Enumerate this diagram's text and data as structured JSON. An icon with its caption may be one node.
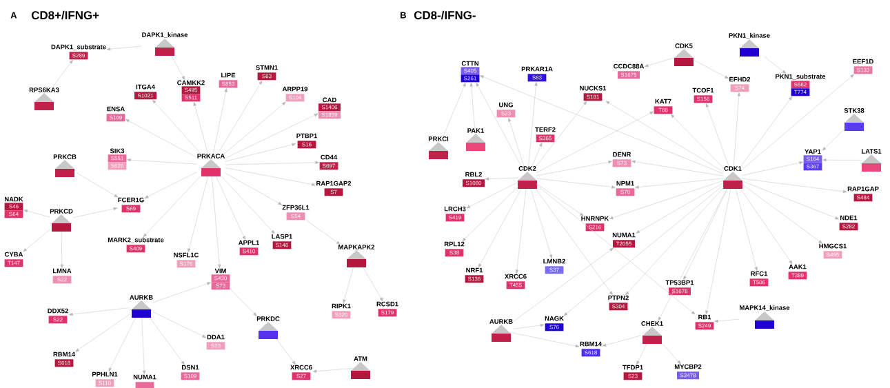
{
  "diagram": {
    "nodes": [
      {
        "text": [
          "DAPK1_kinase"
        ]
      },
      {
        "text": [
          "DAPK1_substrate",
          "S289"
        ]
      },
      {
        "text": [
          "RPS6KA3"
        ]
      },
      {
        "text": [
          "ITGA4",
          "S1021"
        ]
      },
      {
        "text": [
          "CAMKK2",
          "S495",
          "S511"
        ]
      },
      {
        "text": [
          "LIPE",
          "S853"
        ]
      },
      {
        "text": [
          "STMN1",
          "S63"
        ]
      },
      {
        "text": [
          "ARPP19",
          "S104"
        ]
      },
      {
        "text": [
          "CAD",
          "S1406",
          "S1859"
        ]
      },
      {
        "text": [
          "ENSA",
          "S109"
        ]
      },
      {
        "text": [
          "PTBP1",
          "S16"
        ]
      },
      {
        "text": [
          "SIK3",
          "S551",
          "S626"
        ]
      },
      {
        "text": [
          "PRKACA"
        ]
      },
      {
        "text": [
          "CD44",
          "S697"
        ]
      },
      {
        "text": [
          "PRKCB"
        ]
      },
      {
        "text": [
          "RAP1GAP2",
          "S7"
        ]
      },
      {
        "text": [
          "NADK",
          "S46",
          "S64"
        ]
      },
      {
        "text": [
          "FCER1G",
          "S69"
        ]
      },
      {
        "text": [
          "PRKCD"
        ]
      },
      {
        "text": [
          "ZFP36L1",
          "S54"
        ]
      },
      {
        "text": [
          "MARK2_substrate",
          "S409"
        ]
      },
      {
        "text": [
          "LASP1",
          "S146"
        ]
      },
      {
        "text": [
          "APPL1",
          "S410"
        ]
      },
      {
        "text": [
          "NSFL1C",
          "S176"
        ]
      },
      {
        "text": [
          "CYBA",
          "T147"
        ]
      },
      {
        "text": [
          "MAPKAPK2"
        ]
      },
      {
        "text": [
          "LMNA",
          "S22"
        ]
      },
      {
        "text": [
          "VIM",
          "S430",
          "S73"
        ]
      },
      {
        "text": [
          "AURKB"
        ]
      },
      {
        "text": [
          "DDX52",
          "S22"
        ]
      },
      {
        "text": [
          "RIPK1",
          "S320"
        ]
      },
      {
        "text": [
          "RCSD1",
          "S179"
        ]
      },
      {
        "text": [
          "PRKDC"
        ]
      },
      {
        "text": [
          "DDA1",
          "S33"
        ]
      },
      {
        "text": [
          "RBM14",
          "S618"
        ]
      },
      {
        "text": [
          "DSN1",
          "S109"
        ]
      },
      {
        "text": [
          "XRCC6",
          "S27"
        ]
      },
      {
        "text": [
          "ATM"
        ]
      },
      {
        "text": [
          "PPHLN1",
          "S110"
        ]
      },
      {
        "text": [
          "NUMA1"
        ]
      },
      {
        "text": [
          "CTTN",
          "S405",
          "S261"
        ]
      },
      {
        "text": [
          "PRKAR1A",
          "S83"
        ]
      },
      {
        "text": [
          "CDK5"
        ]
      },
      {
        "text": [
          "PKN1_kinase"
        ]
      },
      {
        "text": [
          "CCDC88A",
          "S1675"
        ]
      },
      {
        "text": [
          "EEF1D",
          "S133"
        ]
      },
      {
        "text": [
          "UNG",
          "S23"
        ]
      },
      {
        "text": [
          "NUCKS1",
          "S181"
        ]
      },
      {
        "text": [
          "PKN1_substrate",
          "S562",
          "T774"
        ]
      },
      {
        "text": [
          "EFHD2",
          "S74"
        ]
      },
      {
        "text": [
          "TCOF1",
          "S156"
        ]
      },
      {
        "text": [
          "KAT7",
          "T88"
        ]
      },
      {
        "text": [
          "PAK1"
        ]
      },
      {
        "text": [
          "PRKCI"
        ]
      },
      {
        "text": [
          "TERF2",
          "S365"
        ]
      },
      {
        "text": [
          "STK38"
        ]
      },
      {
        "text": [
          "DENR",
          "S73"
        ]
      },
      {
        "text": [
          "YAP1",
          "S164",
          "S367"
        ]
      },
      {
        "text": [
          "LATS1"
        ]
      },
      {
        "text": [
          "RBL2",
          "S1080"
        ]
      },
      {
        "text": [
          "CDK2"
        ]
      },
      {
        "text": [
          "CDK1"
        ]
      },
      {
        "text": [
          "NPM1",
          "S70"
        ]
      },
      {
        "text": [
          "RAP1GAP",
          "S484"
        ]
      },
      {
        "text": [
          "LRCH3",
          "S419"
        ]
      },
      {
        "text": [
          "HNRNPK",
          "S216"
        ]
      },
      {
        "text": [
          "NDE1",
          "S282"
        ]
      },
      {
        "text": [
          "NUMA1",
          "T2055"
        ]
      },
      {
        "text": [
          "RPL12",
          "S38"
        ]
      },
      {
        "text": [
          "HMGCS1",
          "S495"
        ]
      },
      {
        "text": [
          "LMNB2",
          "S37"
        ]
      },
      {
        "text": [
          "AAK1",
          "T389"
        ]
      },
      {
        "text": [
          "NRF1",
          "S136"
        ]
      },
      {
        "text": [
          "RFC1",
          "T506"
        ]
      },
      {
        "text": [
          "XRCC6",
          "T455"
        ]
      },
      {
        "text": [
          "TP53BP1",
          "S1678"
        ]
      },
      {
        "text": [
          "PTPN2",
          "S304"
        ]
      },
      {
        "text": [
          "RB1",
          "S249"
        ]
      },
      {
        "text": [
          "MAPK14_kinase"
        ]
      },
      {
        "text": [
          "NAGK",
          "S76"
        ]
      },
      {
        "text": [
          "AURKB"
        ]
      },
      {
        "text": [
          "CHEK1"
        ]
      },
      {
        "text": [
          "RBM14",
          "S618"
        ]
      },
      {
        "text": [
          "TFDP1",
          "S23"
        ]
      },
      {
        "text": [
          "MYCBP2",
          "S3478"
        ]
      }
    ],
    "edges": [
      {
        "from": 0,
        "to": 1,
        "arrow": "to"
      },
      {
        "from": 0,
        "to": 4,
        "arrow": "to"
      },
      {
        "from": 2,
        "to": 1,
        "arrow": "to"
      },
      {
        "from": 12,
        "to": 3,
        "arrow": "to"
      },
      {
        "from": 12,
        "to": 4,
        "arrow": "to"
      },
      {
        "from": 12,
        "to": 5,
        "arrow": "to"
      },
      {
        "from": 12,
        "to": 6,
        "arrow": "to"
      },
      {
        "from": 12,
        "to": 7,
        "arrow": "to"
      },
      {
        "from": 12,
        "to": 8,
        "arrow": "to"
      },
      {
        "from": 12,
        "to": 9,
        "arrow": "to"
      },
      {
        "from": 12,
        "to": 10,
        "arrow": "to"
      },
      {
        "from": 12,
        "to": 11,
        "arrow": "to"
      },
      {
        "from": 12,
        "to": 13,
        "arrow": "to"
      },
      {
        "from": 12,
        "to": 15,
        "arrow": "to"
      },
      {
        "from": 12,
        "to": 17,
        "arrow": "to"
      },
      {
        "from": 12,
        "to": 19,
        "arrow": "to"
      },
      {
        "from": 12,
        "to": 20,
        "arrow": "to"
      },
      {
        "from": 12,
        "to": 21,
        "arrow": "to"
      },
      {
        "from": 12,
        "to": 22,
        "arrow": "to"
      },
      {
        "from": 12,
        "to": 23,
        "arrow": "to"
      },
      {
        "from": 12,
        "to": 27,
        "arrow": "to"
      },
      {
        "from": 14,
        "to": 17,
        "arrow": "to"
      },
      {
        "from": 18,
        "to": 17,
        "arrow": "to"
      },
      {
        "from": 18,
        "to": 16,
        "arrow": "to"
      },
      {
        "from": 18,
        "to": 24,
        "arrow": "to"
      },
      {
        "from": 18,
        "to": 26,
        "arrow": "to"
      },
      {
        "from": 19,
        "to": 25,
        "arrow": "to"
      },
      {
        "from": 25,
        "to": 30,
        "arrow": "to"
      },
      {
        "from": 25,
        "to": 31,
        "arrow": "to"
      },
      {
        "from": 28,
        "to": 27,
        "arrow": "to"
      },
      {
        "from": 28,
        "to": 29,
        "arrow": "to"
      },
      {
        "from": 28,
        "to": 34,
        "arrow": "to"
      },
      {
        "from": 28,
        "to": 38,
        "arrow": "to"
      },
      {
        "from": 28,
        "to": 39,
        "arrow": "to"
      },
      {
        "from": 28,
        "to": 35,
        "arrow": "to"
      },
      {
        "from": 28,
        "to": 33,
        "arrow": "to"
      },
      {
        "from": 27,
        "to": 32,
        "arrow": "to"
      },
      {
        "from": 32,
        "to": 36,
        "arrow": "to"
      },
      {
        "from": 37,
        "to": 36,
        "arrow": "to"
      },
      {
        "from": 53,
        "to": 40,
        "arrow": "to"
      },
      {
        "from": 52,
        "to": 40,
        "arrow": "to"
      },
      {
        "from": 60,
        "to": 40,
        "arrow": "to"
      },
      {
        "from": 61,
        "to": 40,
        "arrow": "to"
      },
      {
        "from": 60,
        "to": 41,
        "arrow": "to"
      },
      {
        "from": 60,
        "to": 46,
        "arrow": "to"
      },
      {
        "from": 60,
        "to": 54,
        "arrow": "to"
      },
      {
        "from": 60,
        "to": 47,
        "arrow": "to"
      },
      {
        "from": 61,
        "to": 47,
        "arrow": "to"
      },
      {
        "from": 60,
        "to": 51,
        "arrow": "to"
      },
      {
        "from": 61,
        "to": 51,
        "arrow": "to"
      },
      {
        "from": 42,
        "to": 44,
        "arrow": "to"
      },
      {
        "from": 42,
        "to": 49,
        "arrow": "to"
      },
      {
        "from": 43,
        "to": 48,
        "arrow": "to"
      },
      {
        "from": 60,
        "to": 56,
        "arrow": "to"
      },
      {
        "from": 61,
        "to": 56,
        "arrow": "to"
      },
      {
        "from": 60,
        "to": 62,
        "arrow": "to"
      },
      {
        "from": 61,
        "to": 62,
        "arrow": "to"
      },
      {
        "from": 60,
        "to": 59,
        "arrow": "to"
      },
      {
        "from": 60,
        "to": 64,
        "arrow": "to"
      },
      {
        "from": 60,
        "to": 68,
        "arrow": "to"
      },
      {
        "from": 60,
        "to": 72,
        "arrow": "to"
      },
      {
        "from": 60,
        "to": 74,
        "arrow": "to"
      },
      {
        "from": 60,
        "to": 70,
        "arrow": "to"
      },
      {
        "from": 60,
        "to": 65,
        "arrow": "to"
      },
      {
        "from": 60,
        "to": 76,
        "arrow": "to"
      },
      {
        "from": 60,
        "to": 77,
        "arrow": "to"
      },
      {
        "from": 61,
        "to": 50,
        "arrow": "to"
      },
      {
        "from": 61,
        "to": 49,
        "arrow": "to"
      },
      {
        "from": 61,
        "to": 48,
        "arrow": "to"
      },
      {
        "from": 61,
        "to": 45,
        "arrow": "to"
      },
      {
        "from": 61,
        "to": 57,
        "arrow": "to"
      },
      {
        "from": 61,
        "to": 63,
        "arrow": "to"
      },
      {
        "from": 61,
        "to": 66,
        "arrow": "to"
      },
      {
        "from": 61,
        "to": 69,
        "arrow": "to"
      },
      {
        "from": 61,
        "to": 71,
        "arrow": "to"
      },
      {
        "from": 61,
        "to": 73,
        "arrow": "to"
      },
      {
        "from": 61,
        "to": 77,
        "arrow": "to"
      },
      {
        "from": 61,
        "to": 75,
        "arrow": "to"
      },
      {
        "from": 61,
        "to": 81,
        "arrow": "to"
      },
      {
        "from": 61,
        "to": 67,
        "arrow": "to"
      },
      {
        "from": 61,
        "to": 65,
        "arrow": "to"
      },
      {
        "from": 61,
        "to": 79,
        "arrow": "to"
      },
      {
        "from": 61,
        "to": 76,
        "arrow": "to"
      },
      {
        "from": 55,
        "to": 57,
        "arrow": "to"
      },
      {
        "from": 58,
        "to": 57,
        "arrow": "to"
      },
      {
        "from": 78,
        "to": 77,
        "arrow": "to"
      },
      {
        "from": 80,
        "to": 67,
        "arrow": "to"
      },
      {
        "from": 80,
        "to": 79,
        "arrow": "to"
      },
      {
        "from": 80,
        "to": 82,
        "arrow": "to"
      },
      {
        "from": 81,
        "to": 82,
        "arrow": "to"
      },
      {
        "from": 81,
        "to": 83,
        "arrow": "to"
      },
      {
        "from": 81,
        "to": 84,
        "arrow": "to"
      }
    ],
    "labels": [
      "A",
      "CD8+/IFNG+",
      "B",
      "CD8-/IFNG-"
    ]
  }
}
